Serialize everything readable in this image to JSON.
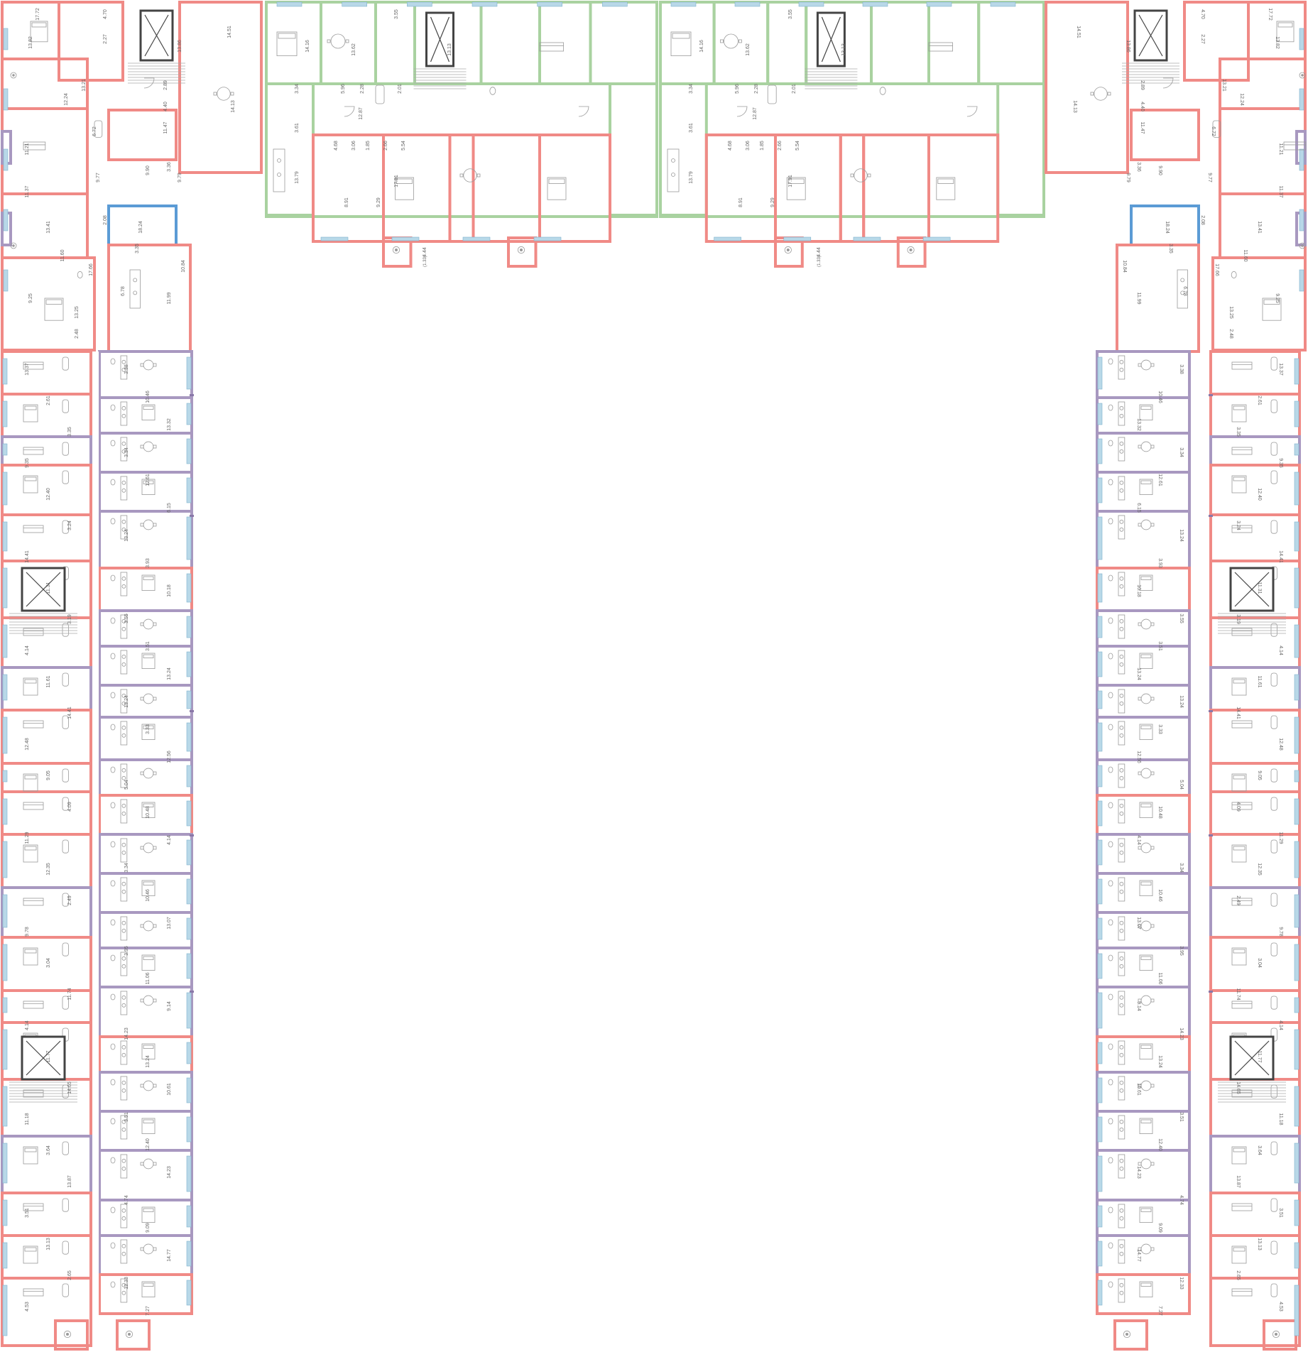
{
  "colors": {
    "red_unit": "#f08a86",
    "green_unit": "#a9d2a0",
    "purple_unit": "#a898c0",
    "blue_unit": "#5b9bd5",
    "window": "#b8d8e8",
    "wall_dark": "#555555",
    "fixture": "#9a9a9a",
    "label": "#666666"
  },
  "icons": {
    "stair": "stair-icon",
    "elevator": "elevator-shaft-icon",
    "door": "door-swing-icon",
    "bed": "bed-icon",
    "sofa": "sofa-icon",
    "table": "dining-table-icon",
    "bathtub": "bathtub-icon",
    "toilet": "toilet-icon",
    "kitchen": "kitchen-counter-icon",
    "plant": "plant-icon"
  },
  "labels": {
    "top_green_west": [
      "14.16",
      "13.62",
      "3.55",
      "13.13",
      "5.96",
      "2.28",
      "2.01",
      "12.87",
      "3.34",
      "3.61",
      "13.79",
      "4.68",
      "3.06",
      "1.85",
      "2.66",
      "5.54",
      "17.91",
      "8.91",
      "9.29",
      "4.44"
    ],
    "top_green_east": [
      "14.16",
      "13.62",
      "3.55",
      "13.13",
      "5.96",
      "2.28",
      "2.01",
      "12.87",
      "3.34",
      "3.61",
      "13.79",
      "4.68",
      "3.06",
      "1.85",
      "2.66",
      "5.54",
      "17.91",
      "8.91",
      "9.29",
      "4.44"
    ],
    "balcony_sub": "(1.33)",
    "corner_west": [
      "13.82",
      "17.72",
      "4.70",
      "2.27",
      "14.51",
      "13.86",
      "2.89",
      "4.40",
      "11.47",
      "14.13",
      "9.79",
      "3.36",
      "12.24",
      "13.21",
      "6.72",
      "11.37",
      "13.41",
      "11.60",
      "9.90",
      "18.24",
      "17.66",
      "11.99",
      "9.25",
      "13.25",
      "2.48",
      "10.84",
      "6.78",
      "9.77",
      "3.35",
      "11.21",
      "2.08"
    ],
    "corner_east": [
      "13.82",
      "17.72",
      "4.70",
      "2.27",
      "14.51",
      "13.86",
      "2.89",
      "4.40",
      "11.47",
      "14.13",
      "9.79",
      "3.36",
      "12.24",
      "13.21",
      "6.72",
      "11.37",
      "13.41",
      "11.60",
      "9.90",
      "18.24",
      "17.66",
      "11.99",
      "9.25",
      "13.25",
      "2.48",
      "10.84",
      "6.78",
      "9.77",
      "3.35",
      "11.21",
      "2.08"
    ],
    "wing_west_outer": [
      "13.37",
      "2.61",
      "3.35",
      "9.35",
      "12.40",
      "3.24",
      "14.41",
      "11.31",
      "3.19",
      "4.14",
      "11.61",
      "14.41",
      "12.48",
      "9.05",
      "4.09",
      "11.29",
      "12.35",
      "2.49",
      "9.78",
      "3.04",
      "11.74",
      "4.14",
      "11.77",
      "14.65",
      "11.18",
      "3.64",
      "13.87",
      "3.51",
      "13.13",
      "2.65",
      "4.53"
    ],
    "wing_west_inner": [
      "3.38",
      "10.46",
      "13.32",
      "3.34",
      "12.61",
      "6.15",
      "13.24",
      "3.93",
      "10.18",
      "3.55",
      "3.51",
      "13.24",
      "13.24",
      "3.33",
      "12.56",
      "5.04",
      "10.48",
      "4.14",
      "3.34",
      "10.46",
      "13.07",
      "3.95",
      "11.06",
      "9.14",
      "14.23",
      "13.24",
      "10.61",
      "3.51",
      "12.40",
      "14.23",
      "4.74",
      "9.09",
      "14.77",
      "12.33",
      "7.27"
    ],
    "wing_east_outer": [
      "13.37",
      "2.61",
      "3.35",
      "9.35",
      "12.40",
      "3.24",
      "14.41",
      "11.31",
      "3.19",
      "4.14",
      "11.61",
      "14.41",
      "12.48",
      "9.05",
      "4.09",
      "11.29",
      "12.35",
      "2.49",
      "9.78",
      "3.04",
      "11.74",
      "4.14",
      "11.77",
      "14.65",
      "11.18",
      "3.64",
      "13.87",
      "3.51",
      "13.13",
      "2.65",
      "4.53"
    ],
    "wing_east_inner": [
      "3.38",
      "10.46",
      "13.32",
      "3.34",
      "12.61",
      "6.15",
      "13.24",
      "3.93",
      "10.18",
      "3.55",
      "3.51",
      "13.24",
      "13.24",
      "3.33",
      "12.56",
      "5.04",
      "10.48",
      "4.14",
      "3.34",
      "10.46",
      "13.07",
      "3.95",
      "11.06",
      "9.14",
      "14.23",
      "13.24",
      "10.61",
      "3.51",
      "12.40",
      "14.23",
      "4.74",
      "9.09",
      "14.77",
      "12.33",
      "7.27"
    ]
  }
}
